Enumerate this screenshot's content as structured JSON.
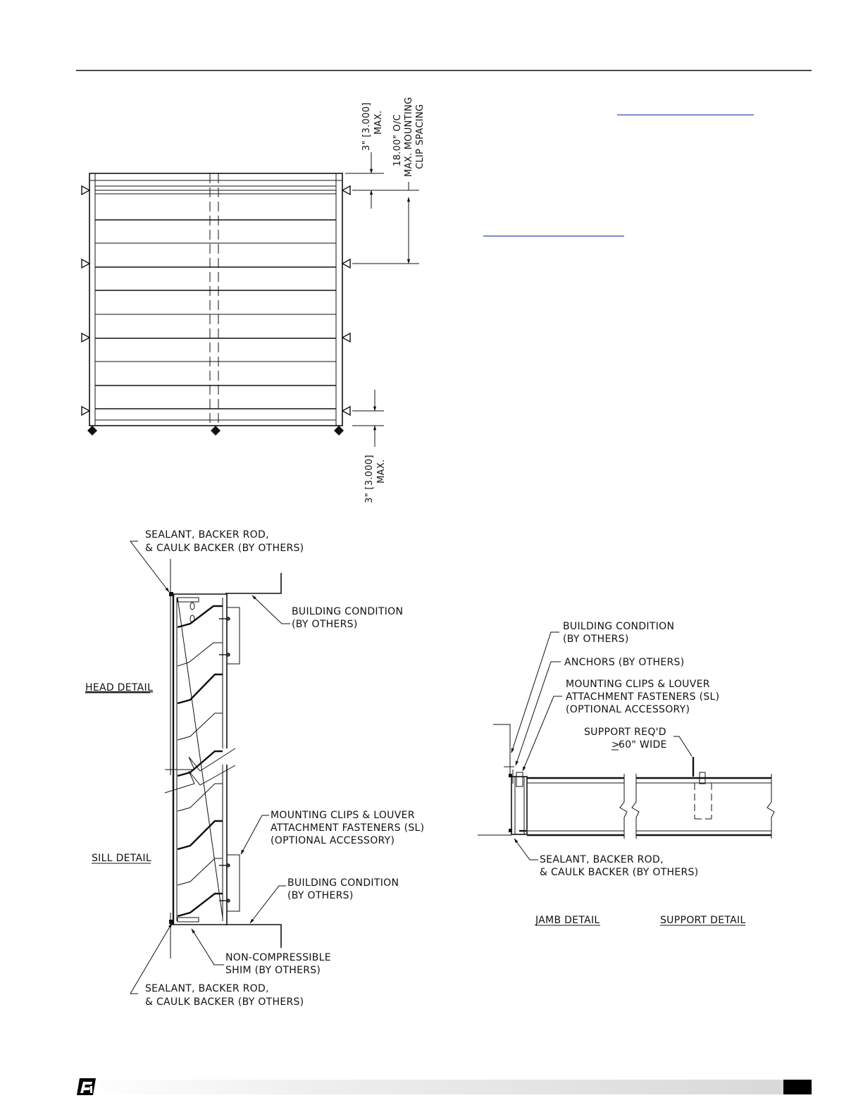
{
  "elevation": {
    "dim_top_value": "3\" [3.000]",
    "dim_top_max": "MAX.",
    "dim_spacing_value": "18.00\" O/C",
    "dim_spacing_line2": "MAX. MOUNTING",
    "dim_spacing_line3": "CLIP SPACING",
    "dim_bottom_value": "3\" [3.000]",
    "dim_bottom_max": "MAX."
  },
  "head_sill_section": {
    "sealant_top_line1": "SEALANT, BACKER ROD,",
    "sealant_top_line2": "& CAULK BACKER (BY OTHERS)",
    "building_top_line1": "BUILDING CONDITION",
    "building_top_line2": "(BY OTHERS)",
    "head_detail": "HEAD DETAIL",
    "sill_detail": "SILL DETAIL",
    "clips_line1": "MOUNTING CLIPS & LOUVER",
    "clips_line2": "ATTACHMENT FASTENERS (SL)",
    "clips_line3": "(OPTIONAL ACCESSORY)",
    "building_bottom_line1": "BUILDING CONDITION",
    "building_bottom_line2": "(BY OTHERS)",
    "shim_line1": "NON-COMPRESSIBLE",
    "shim_line2": "SHIM (BY OTHERS)",
    "sealant_bottom_line1": "SEALANT, BACKER ROD,",
    "sealant_bottom_line2": "& CAULK BACKER (BY OTHERS)"
  },
  "jamb_section": {
    "building_line1": "BUILDING CONDITION",
    "building_line2": "(BY OTHERS)",
    "anchors": "ANCHORS (BY OTHERS)",
    "clips_line1": "MOUNTING CLIPS & LOUVER",
    "clips_line2": "ATTACHMENT FASTENERS (SL)",
    "clips_line3": "(OPTIONAL ACCESSORY)",
    "support_line1": "SUPPORT REQ'D",
    "support_gte": ">",
    "support_line2": "60\" WIDE",
    "sealant_line1": "SEALANT, BACKER ROD,",
    "sealant_line2": "& CAULK BACKER (BY OTHERS)",
    "jamb_detail": "JAMB DETAIL",
    "support_detail": "SUPPORT DETAIL"
  },
  "footer": {
    "logo_icon": "greenheck-logo-icon",
    "band_color": "#e6e6e6",
    "tab_color": "#000000"
  }
}
